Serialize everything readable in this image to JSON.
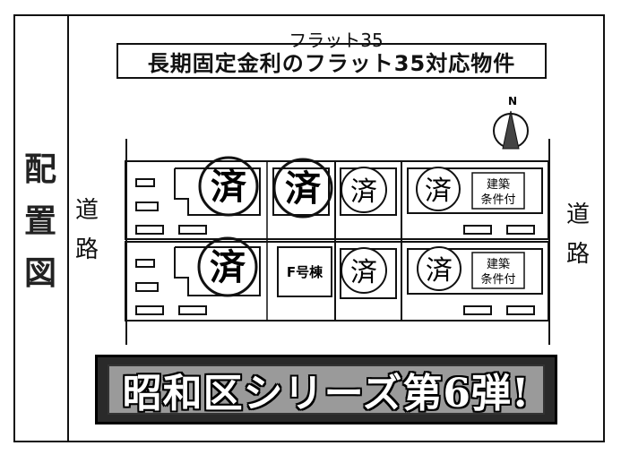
{
  "vertical_title": [
    "配",
    "置",
    "図"
  ],
  "flat_label": "フラット35",
  "flat_box_text": "長期固定金利のフラット35対応物件",
  "road_left": [
    "道",
    "路"
  ],
  "road_right": [
    "道",
    "路"
  ],
  "north_label": "N",
  "sold_mark": "済",
  "building_condition": [
    "建築",
    "条件付"
  ],
  "f_building": "F号棟",
  "banner": "昭和区シリーズ第6弾!"
}
